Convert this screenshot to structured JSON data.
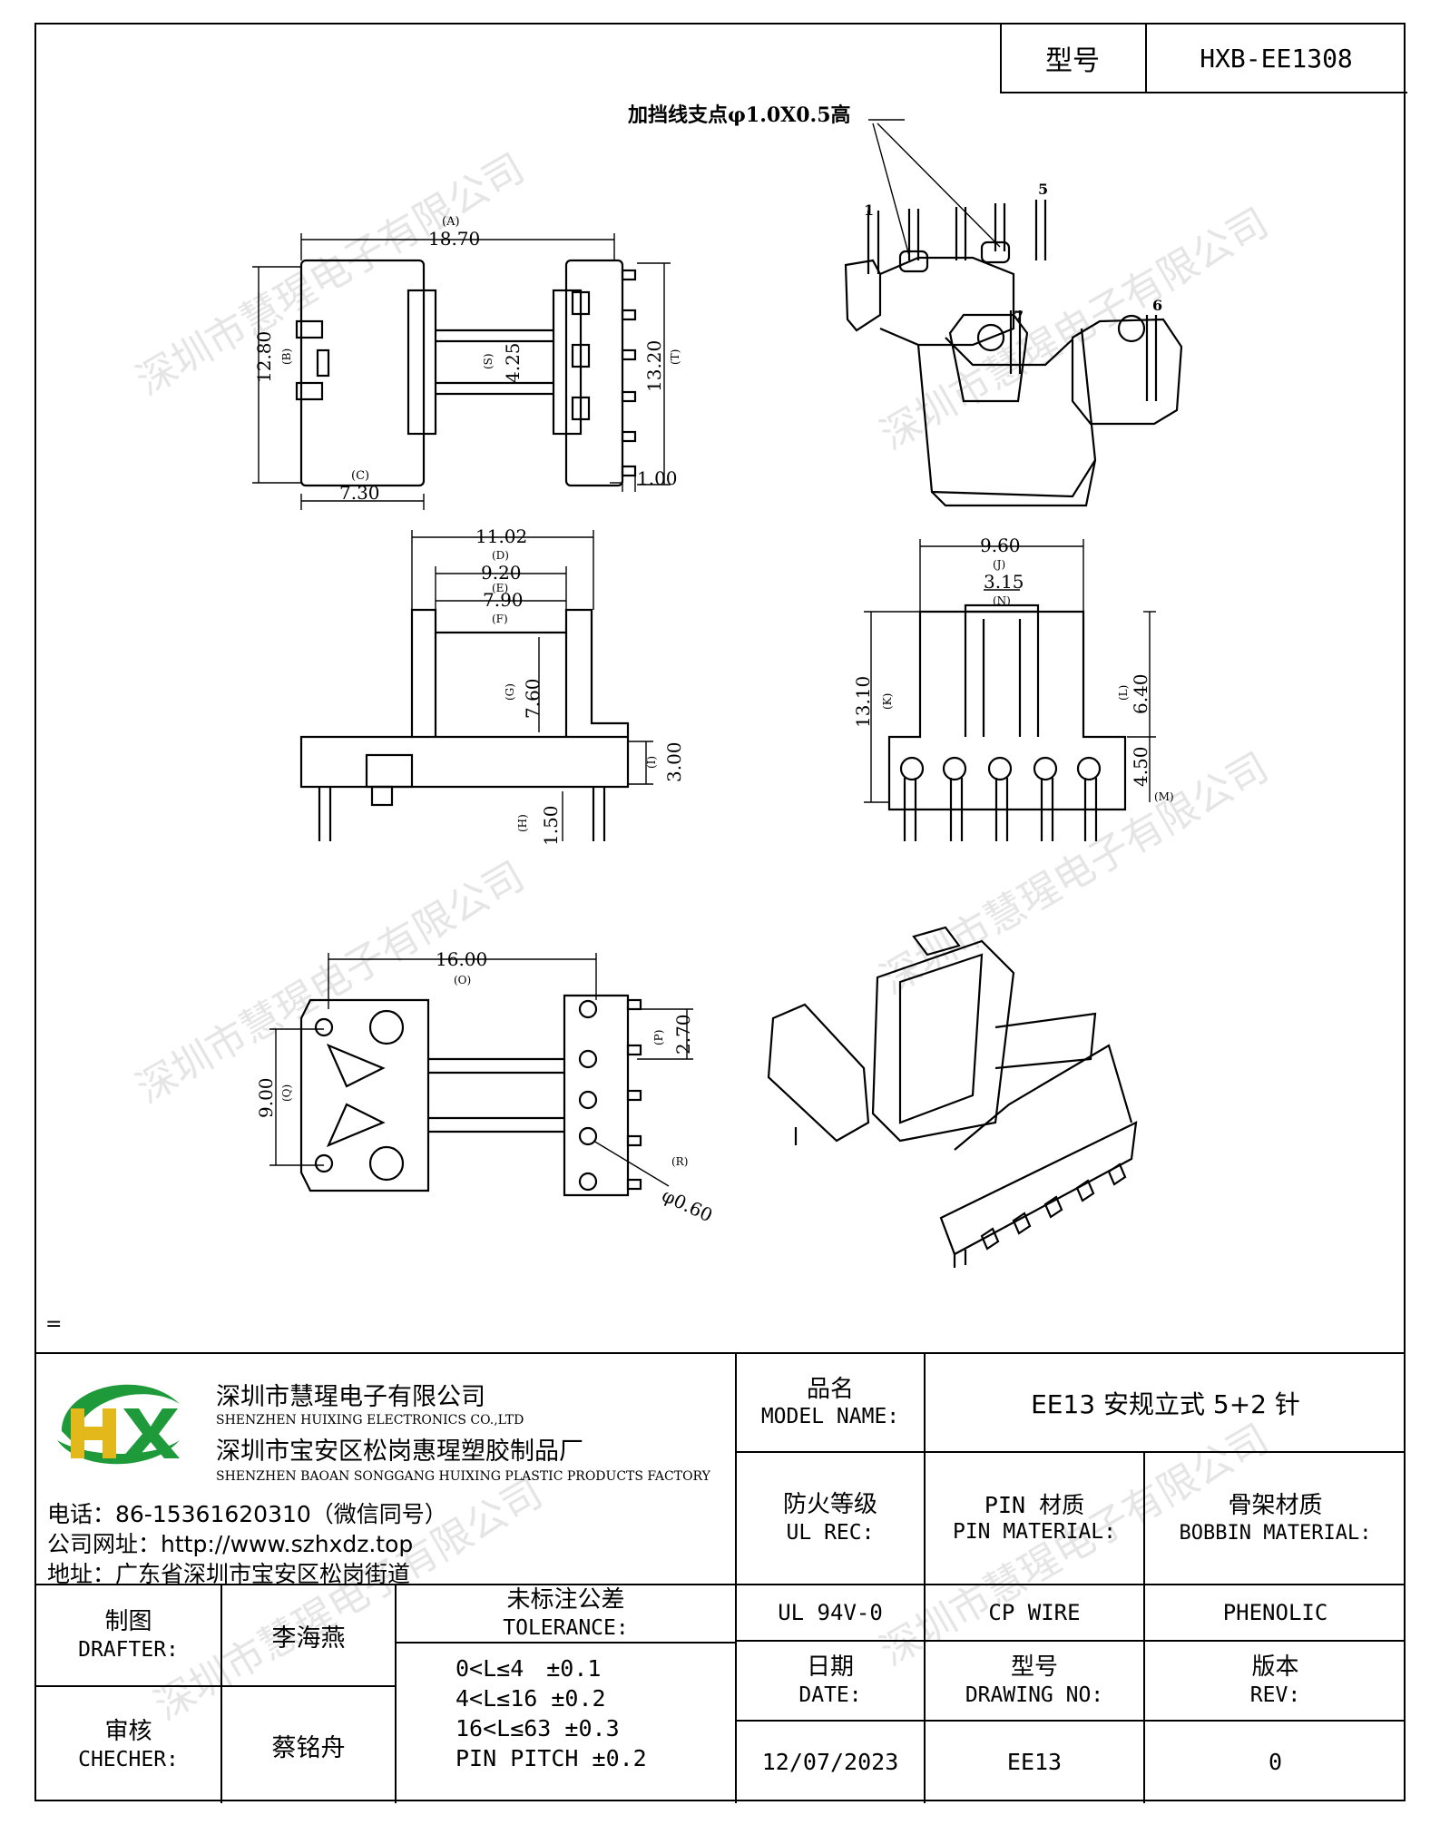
{
  "header": {
    "model_label": "型号",
    "model_value": "HXB-EE1308",
    "note": "加挡线支点φ1.0X0.5高"
  },
  "dims": {
    "a_letter": "(A)",
    "a_val": "18.70",
    "b_letter": "(B)",
    "b_val": "12.80",
    "s_letter": "(S)",
    "s_val": "4.25",
    "t_letter": "(T)",
    "t_val": "13.20",
    "c_letter": "(C)",
    "c_val": "7.30",
    "pin_val": "1.00",
    "d1_val": "11.02",
    "d1_letter": "(D)",
    "e_val": "9.20",
    "e_letter": "(E)",
    "f_val": "7.90",
    "f_letter": "(F)",
    "g_letter": "(G)",
    "g_val": "7.60",
    "i_letter": "(I)",
    "i_val": "3.00",
    "h_letter": "(H)",
    "h_val": "1.50",
    "j_val": "9.60",
    "j_letter": "(J)",
    "n_val": "3.15",
    "n_letter": "(N)",
    "k_val": "13.10",
    "k_letter": "(K)",
    "l_letter": "(L)",
    "l_val": "6.40",
    "m_val": "4.50",
    "m_letter": "(M)",
    "o_val": "16.00",
    "o_letter": "(O)",
    "p_letter": "(P)",
    "p_val": "2.70",
    "q_val": "9.00",
    "q_letter": "(Q)",
    "r_letter": "(R)",
    "r_val": "φ0.60",
    "pin1": "1",
    "pin5": "5",
    "pin6": "6",
    "pin7": "7"
  },
  "misc_mark": "=",
  "watermark": "深圳市慧瑆电子有限公司",
  "company": {
    "name_cn": "深圳市慧瑆电子有限公司",
    "name_en": "SHENZHEN HUIXING ELECTRONICS CO.,LTD",
    "factory_cn": "深圳市宝安区松岗惠瑆塑胶制品厂",
    "factory_en": "SHENZHEN BAOAN SONGGANG HUIXING PLASTIC PRODUCTS FACTORY",
    "phone": "电话：86-15361620310（微信同号）",
    "website": "公司网址：http://www.szhxdz.top",
    "address": "地址：广东省深圳市宝安区松岗街道",
    "logo_text": "HX",
    "logo_green": "#1e9a3a",
    "logo_yellow": "#e2b81a"
  },
  "table": {
    "model_name_cn": "品名",
    "model_name_en": "MODEL NAME:",
    "model_name_value": "EE13 安规立式 5+2 针",
    "ul_cn": "防火等级",
    "ul_en": "UL REC:",
    "pin_cn": "PIN 材质",
    "pin_en": "PIN MATERIAL:",
    "bobbin_cn": "骨架材质",
    "bobbin_en": "BOBBIN MATERIAL:",
    "ul_value": "UL 94V-0",
    "pin_value": "CP WIRE",
    "bobbin_value": "PHENOLIC",
    "drafter_cn": "制图",
    "drafter_en": "DRAFTER:",
    "drafter_name": "李海燕",
    "checker_cn": "审核",
    "checker_en": "CHECHER:",
    "checker_name": "蔡铭舟",
    "tol_cn": "未标注公差",
    "tol_en": "TOLERANCE:",
    "tol_lines": [
      "0<L≤4　±0.1",
      "4<L≤16 ±0.2",
      "16<L≤63 ±0.3",
      "PIN PITCH ±0.2"
    ],
    "date_cn": "日期",
    "date_en": "DATE:",
    "drawing_cn": "型号",
    "drawing_en": "DRAWING NO:",
    "rev_cn": "版本",
    "rev_en": "REV:",
    "date_value": "12/07/2023",
    "drawing_value": "EE13",
    "rev_value": "0"
  }
}
